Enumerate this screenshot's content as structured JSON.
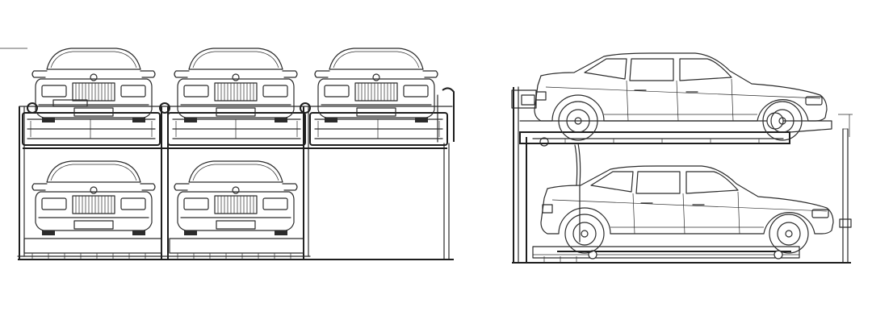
{
  "figure": {
    "views": [
      {
        "id": "front-view",
        "levels": 2,
        "columns": 3,
        "upper_cars": 3,
        "lower_cars": 2,
        "empty_slots": [
          "lower-right"
        ]
      },
      {
        "id": "side-view",
        "levels": 2,
        "upper_cars": 1,
        "lower_cars": 1
      }
    ],
    "colors": {
      "line": "#2b2b2b",
      "background": "#ffffff"
    }
  }
}
